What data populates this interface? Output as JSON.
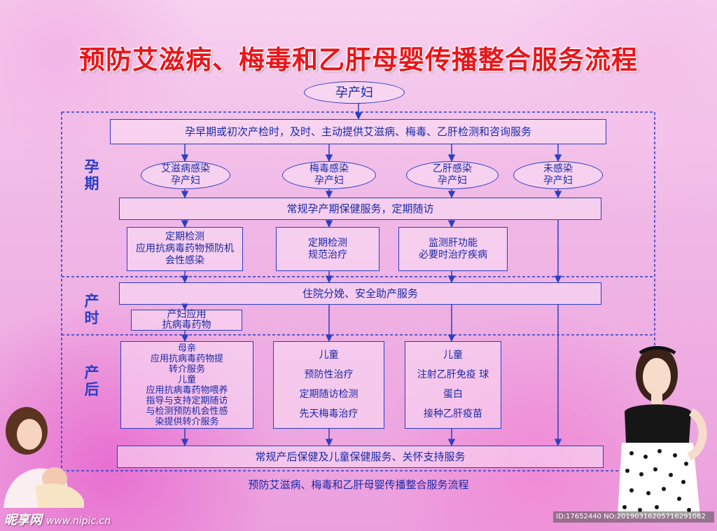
{
  "title": "预防艾滋病、梅毒和乙肝母婴传播整合服务流程",
  "start": "孕产妇",
  "phases": {
    "pregnancy": "孕期",
    "delivery": "产时",
    "postpartum": "产后"
  },
  "pregnancy": {
    "first_visit": "孕早期或初次产检时，及时、主动提供艾滋病、梅毒、乙肝检测和咨询服务",
    "groups": [
      {
        "line1": "艾滋病感染",
        "line2": "孕产妇"
      },
      {
        "line1": "梅毒感染",
        "line2": "孕产妇"
      },
      {
        "line1": "乙肝感染",
        "line2": "孕产妇"
      },
      {
        "line1": "未感染",
        "line2": "孕产妇"
      }
    ],
    "routine_care": "常规孕产期保健服务，定期随访",
    "actions": [
      {
        "lines": [
          "定期检测",
          "应用抗病毒药物预防机",
          "会性感染"
        ]
      },
      {
        "lines": [
          "定期检测",
          "规范治疗"
        ]
      },
      {
        "lines": [
          "监测肝功能",
          "必要时治疗疾病"
        ]
      }
    ]
  },
  "delivery": {
    "hospital_delivery": "住院分娩、安全助产服务",
    "antiviral": {
      "line1": "产妇应用",
      "line2": "抗病毒药物"
    }
  },
  "postpartum": {
    "hiv_box": [
      "母亲",
      "应用抗病毒药物提",
      "转介服务",
      "儿童",
      "应用抗病毒药物喂养",
      "指导与支持定期随访",
      "与检测预防机会性感",
      "染提供转介服务"
    ],
    "syphilis_box": [
      "儿童",
      "预防性治疗",
      "定期随访检测",
      "先天梅毒治疗"
    ],
    "hepb_box": [
      "儿童",
      "注射乙肝免疫 球",
      "蛋白",
      "接种乙肝疫苗"
    ],
    "routine_care": "常规产后保健及儿童保健服务、关怀支持服务"
  },
  "footer": "预防艾滋病、梅毒和乙肝母婴传播整合服务流程",
  "watermark": {
    "brand": "昵享网",
    "url": "www.nipic.cn",
    "id": "ID:17652440 NO:20190316205716291082"
  },
  "colors": {
    "title": "#e8161b",
    "line": "#2b3fc2",
    "text": "#1a2aa6"
  }
}
